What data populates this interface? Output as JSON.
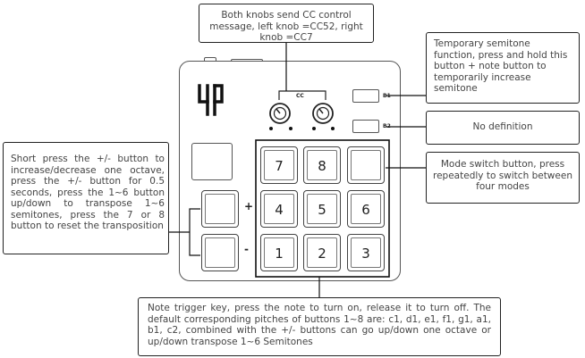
{
  "callouts": {
    "cc": "Both knobs send CC control message, left knob =CC52, right knob =CC7",
    "semitone": "Temporary semitone function, press and hold this button + note button to temporarily increase semitone",
    "no_definition": "No definition",
    "mode": "Mode switch button, press repeatedly to switch between four modes",
    "octave": "Short press the +/- button to increase/decrease one octave, press the +/- button for 0.5 seconds, press the 1~6 button up/down to transpose 1~6 semitones, press the 7 or 8 button to reset the transposition",
    "note": "Note trigger key, press the note to turn on, release it to turn off. The default corresponding pitches of buttons 1~8 are: c1, d1, e1, f1, g1, a1, b1, c2, combined with the +/- buttons can go up/down one octave or up/down transpose 1~6 Semitones"
  },
  "device": {
    "logo": "4P",
    "cc_label": "CC",
    "b1_label": "B1",
    "b2_label": "B2",
    "plus_label": "+",
    "minus_label": "-",
    "keys": [
      "7",
      "8",
      "4",
      "5",
      "6",
      "1",
      "2",
      "3"
    ]
  }
}
